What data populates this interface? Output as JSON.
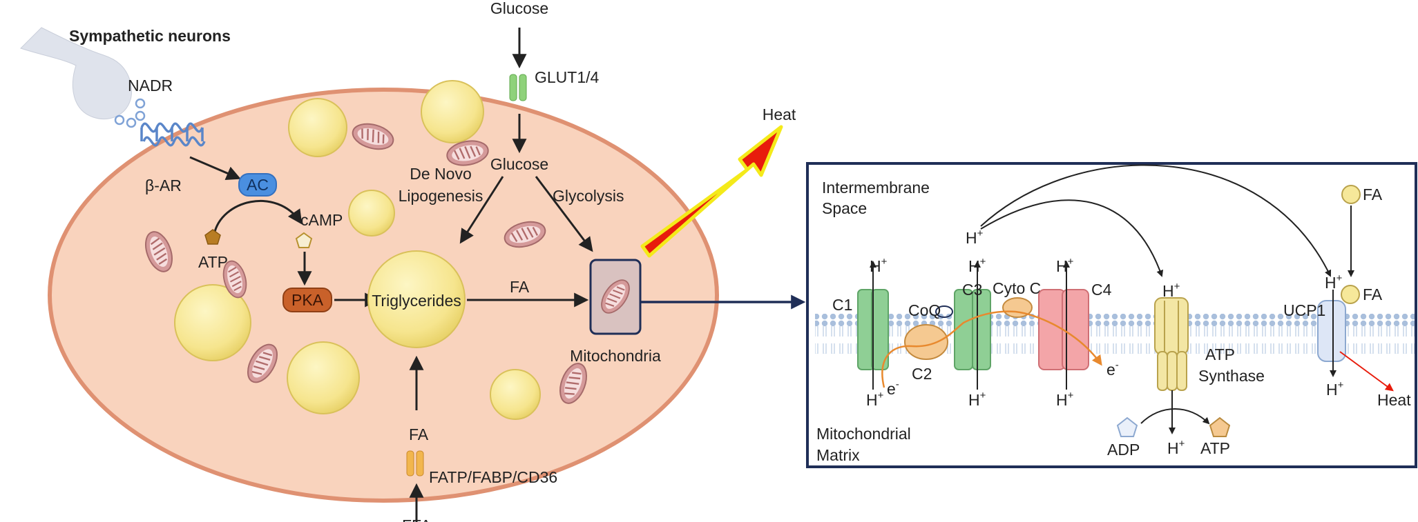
{
  "colors": {
    "cell_fill": "#f9d3bd",
    "cell_border": "#df9172",
    "droplet": "#f6e89a",
    "mito": "#d59a9a",
    "receptor": "#5a86c9",
    "ac": "#4a8fe0",
    "pka": "#c9612a",
    "glut": "#8fd27b",
    "fatp": "#f2b64d",
    "heat_arrow": "#e81c0c",
    "heat_outline": "#f4ea1a",
    "panel_border": "#1f2e57",
    "complex_green": "#8fcf95",
    "complex_red": "#f3a5a8",
    "atp_synthase": "#f3e6a4",
    "ucp1": "#dde6f6"
  },
  "icons": [
    "neuron-terminal-icon",
    "vesicle-icon",
    "receptor-icon",
    "lipid-droplet-icon",
    "mitochondrion-icon",
    "transporter-icon",
    "pentagon-molecule-icon",
    "heat-arrow-icon",
    "membrane-bilayer-icon",
    "protein-complex-icon"
  ],
  "labels": {
    "sympathetic_neurons": "Sympathetic neurons",
    "nadr": "NADR",
    "beta_ar": "β-AR",
    "ac": "AC",
    "camp": "cAMP",
    "atp": "ATP",
    "pka": "PKA",
    "glucose_top": "Glucose",
    "glut": "GLUT1/4",
    "glucose_inner": "Glucose",
    "de_novo_1": "De Novo",
    "de_novo_2": "Lipogenesis",
    "glycolysis": "Glycolysis",
    "triglycerides": "Triglycerides",
    "fa_mid": "FA",
    "mitochondria": "Mitochondria",
    "heat": "Heat",
    "fa_bottom": "FA",
    "fatp": "FATP/FABP/CD36",
    "ffa_partial": "FFA"
  },
  "panel": {
    "intermembrane_1": "Intermembrane",
    "intermembrane_2": "Space",
    "matrix_1": "Mitochondrial",
    "matrix_2": "Matrix",
    "h": "H",
    "plus": "+",
    "c1": "C1",
    "coq": "CoQ",
    "c2": "C2",
    "c3": "C3",
    "cyto_c": "Cyto C",
    "c4": "C4",
    "e": "e",
    "minus": "-",
    "atp_synthase_1": "ATP",
    "atp_synthase_2": "Synthase",
    "adp": "ADP",
    "atp": "ATP",
    "ucp1": "UCP1",
    "fa": "FA",
    "heat": "Heat"
  }
}
